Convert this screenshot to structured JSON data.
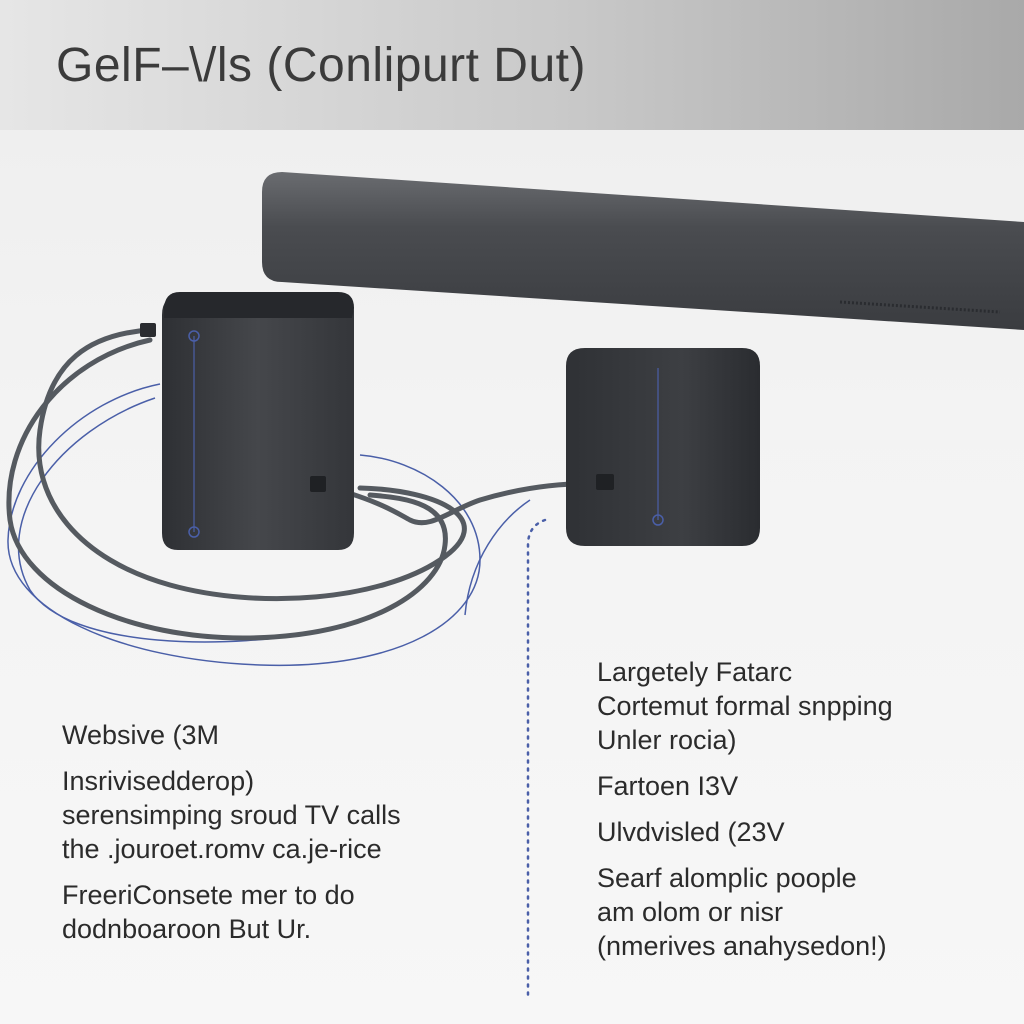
{
  "header": {
    "title": "GelF–\\/ls (Conlipurt Dut)"
  },
  "left_column": {
    "lines": [
      "Websive (3M",
      "Insrivisedderop)",
      "serensimping sroud TV calls",
      "the .jouroet.romv ca.je-rice",
      "FreeriConsete mer to do",
      "dodnboaroon But Ur."
    ]
  },
  "right_column": {
    "lines": [
      "Largetely Fatarc",
      "Cortemut formal snpping",
      "Unler rocia)",
      "Fartoen I3V",
      "Ulvdvisled (23V",
      "Searf alomplic poople",
      "am olom or nisr",
      "(nmerives anahysedon!)"
    ]
  },
  "colors": {
    "device": "#3a3c40",
    "soundbar": "#4a4c50",
    "cable": "#555a60",
    "accent_line": "#4a5fa8"
  }
}
